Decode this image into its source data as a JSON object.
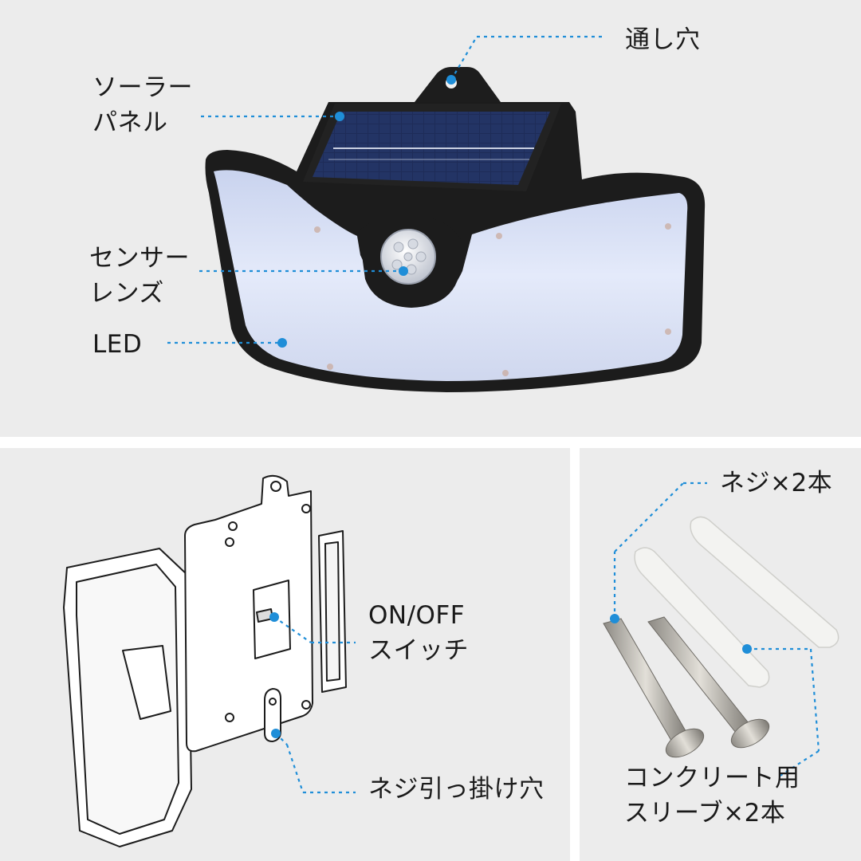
{
  "colors": {
    "panel_bg": "#ececec",
    "divider": "#ffffff",
    "leader_line": "#1f8ed8",
    "label_text": "#1a1a1a",
    "light_body": "#1c1c1c",
    "led_diffuser": "#dfe6f7",
    "solar_cell": "#1c2a55"
  },
  "top_panel": {
    "labels": {
      "through_hole": "通し穴",
      "solar_panel": "ソーラー\nパネル",
      "sensor_lens": "センサー\nレンズ",
      "led": "LED"
    }
  },
  "bottom_left_panel": {
    "labels": {
      "on_off_switch": "ON/OFF\nスイッチ",
      "screw_hook_hole": "ネジ引っ掛け穴"
    }
  },
  "bottom_right_panel": {
    "labels": {
      "screws": "ネジ×2本",
      "concrete_sleeves": "コンクリート用\nスリーブ×2本"
    }
  }
}
